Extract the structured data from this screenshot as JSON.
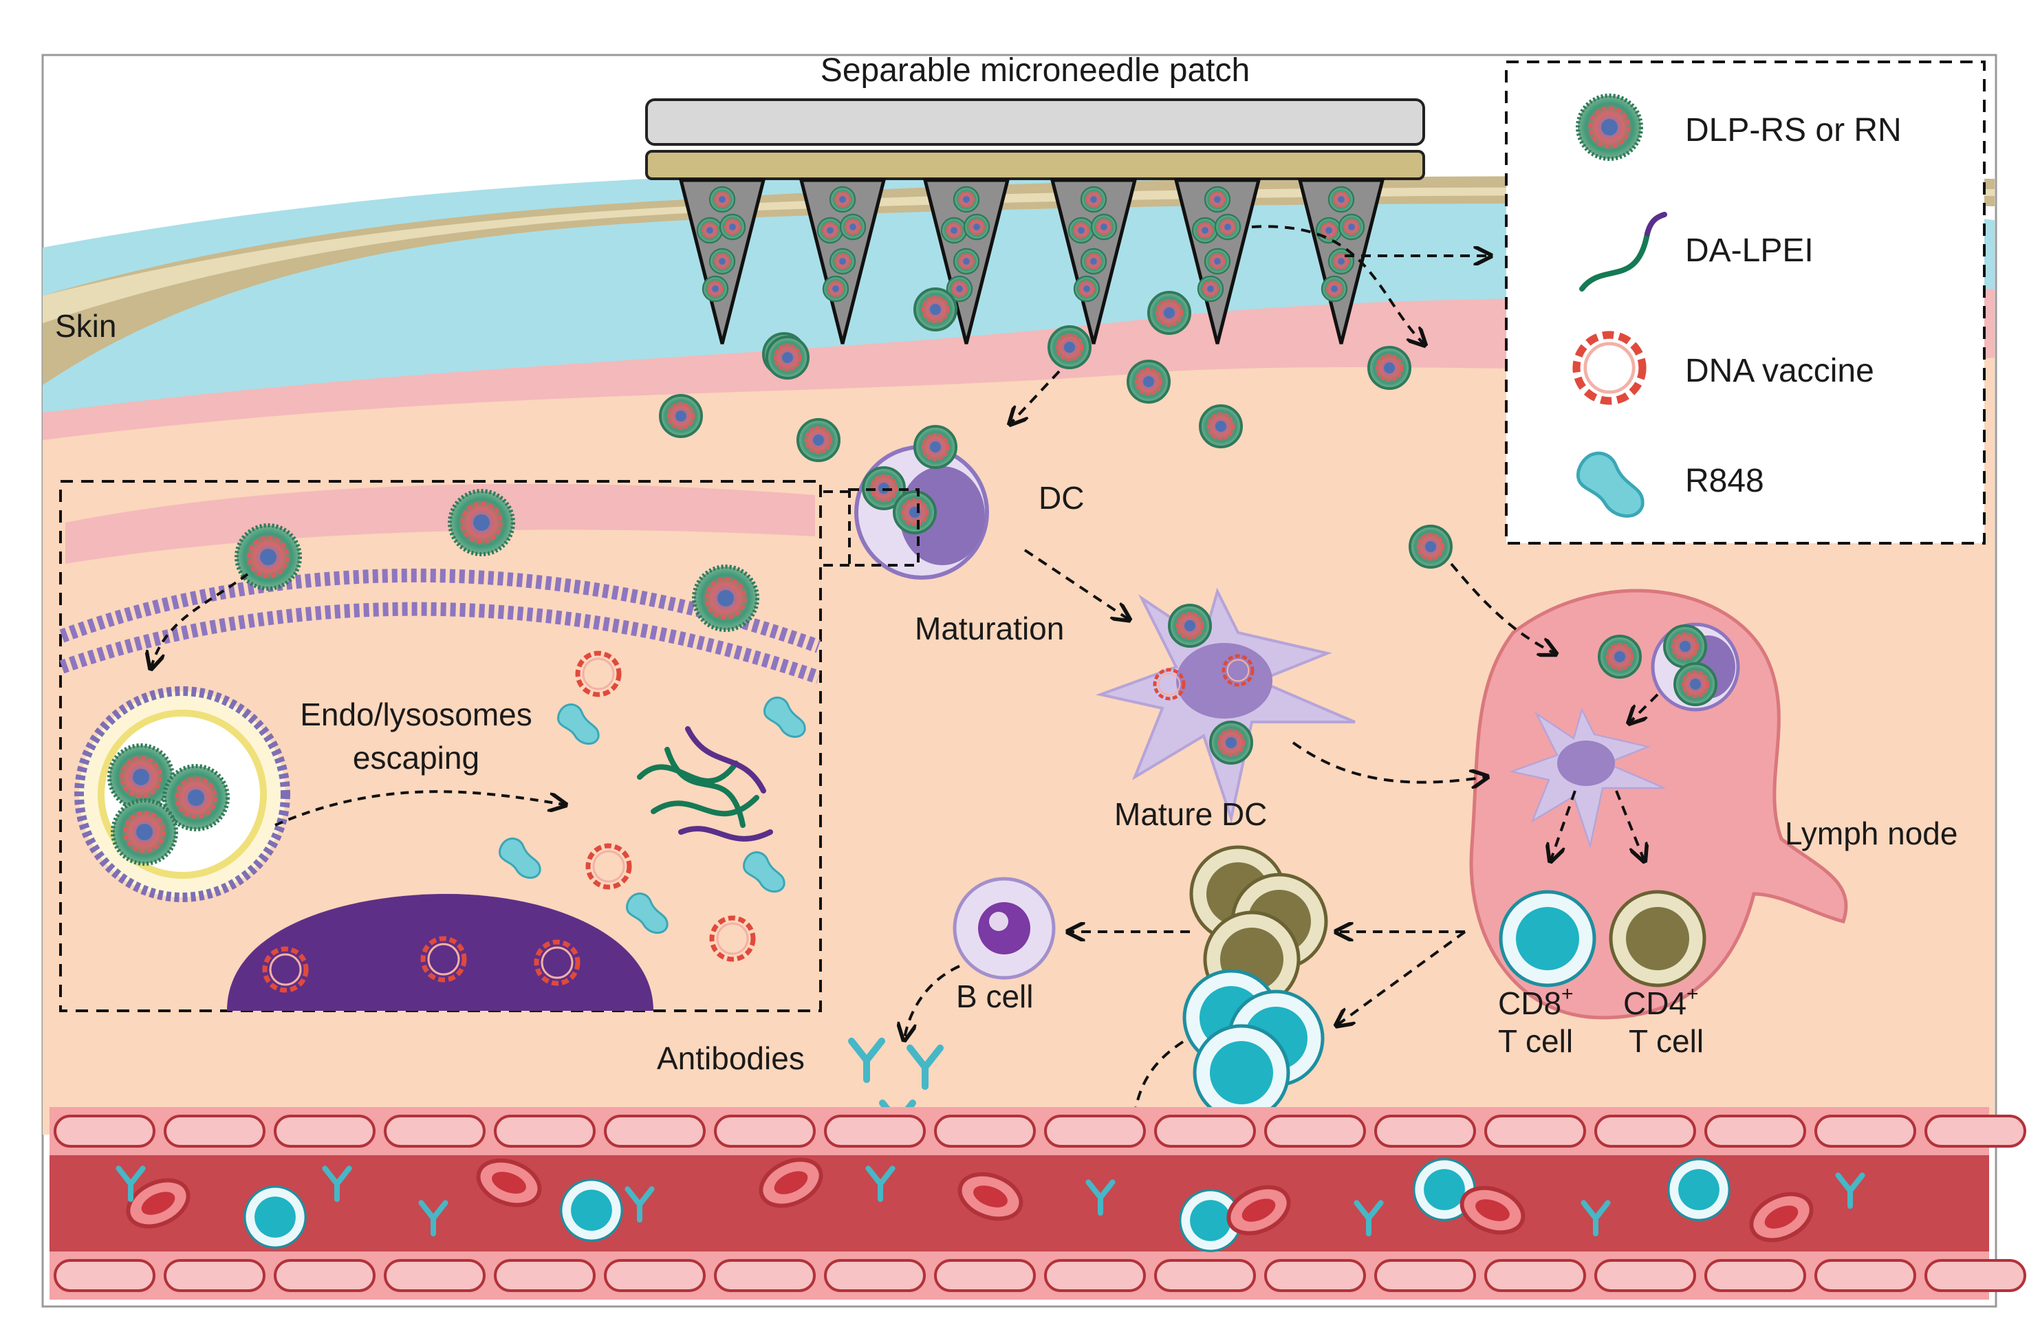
{
  "figure": {
    "title": "Separable microneedle patch",
    "labels": {
      "skin": "Skin",
      "dc": "DC",
      "maturation": "Maturation",
      "mature_dc": "Mature DC",
      "lymph_node": "Lymph node",
      "endo_line1": "Endo/lysosomes",
      "endo_line2": "escaping",
      "b_cell": "B cell",
      "antibodies": "Antibodies",
      "cd8_line1": "CD8",
      "cd8_sup": "+",
      "cd8_line2": "T cell",
      "cd4_line1": "CD4",
      "cd4_sup": "+",
      "cd4_line2": "T cell"
    },
    "legend": [
      {
        "label": "DLP-RS or RN",
        "icon": "nanoparticle-icon"
      },
      {
        "label": "DA-LPEI",
        "icon": "polymer-strand-icon"
      },
      {
        "label": "DNA vaccine",
        "icon": "dna-plasmid-icon"
      },
      {
        "label": "R848",
        "icon": "r848-molecule-icon"
      }
    ],
    "colors": {
      "skin_surface": "#c9b98c",
      "dermis_blue": "#a9dfe9",
      "dermis_pink": "#f4b9ba",
      "tissue": "#fbd7bd",
      "lymph_node": "#f2a3a7",
      "vessel": "#c7484f",
      "dc": "#b8a6d6",
      "t_cell_cd8": "#1fb3c4",
      "t_cell_cd4": "#7f7643",
      "nucleus": "#5e2f86"
    }
  }
}
